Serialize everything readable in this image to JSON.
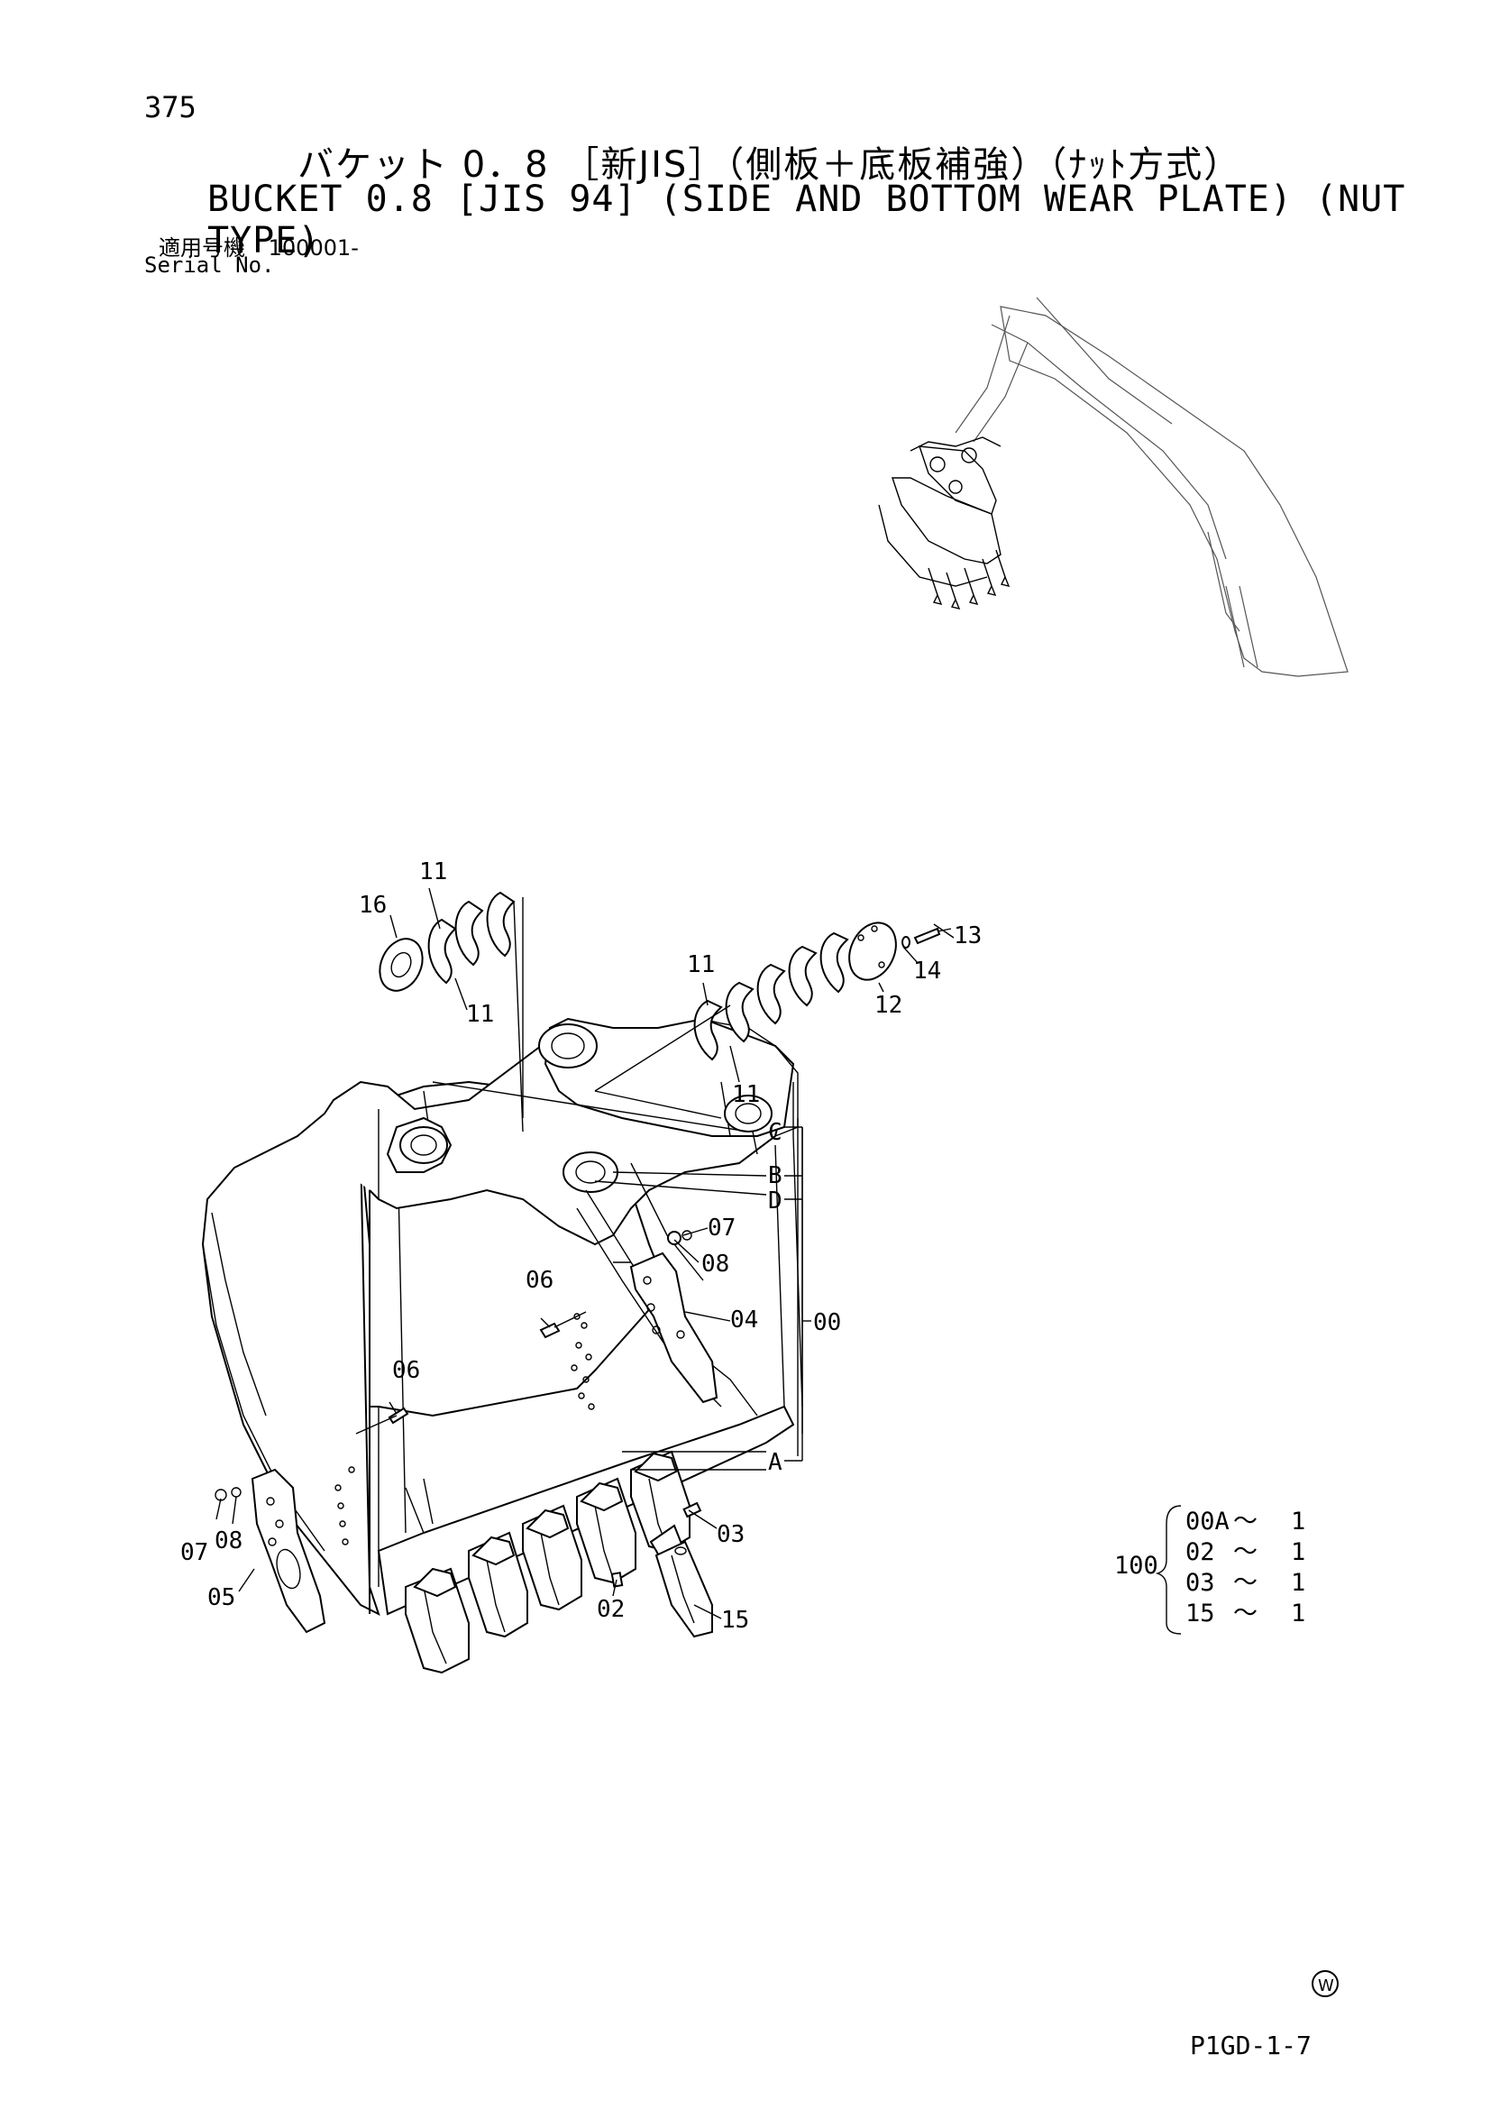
{
  "header": {
    "page_number": "375",
    "title_jp": "バケット 0．8 ［新JIS］（側板＋底板補強）（ﾅｯﾄ方式）",
    "title_en": "BUCKET 0.8 [JIS 94] (SIDE AND BOTTOM WEAR PLATE) (NUT TYPE)",
    "serial_label_jp": "適用号機",
    "serial_value": "100001-",
    "serial_label_en": "Serial No."
  },
  "callouts": {
    "c11a": "11",
    "c16": "16",
    "c11b": "11",
    "c11c": "11",
    "c11d": "11",
    "c13": "13",
    "c14": "14",
    "c12": "12",
    "cC": "C",
    "cB": "B",
    "cD": "D",
    "cA": "A",
    "c00": "00",
    "c07a": "07",
    "c08a": "08",
    "c06a": "06",
    "c04": "04",
    "c06b": "06",
    "c03": "03",
    "c02": "02",
    "c15": "15",
    "c07b": "07",
    "c08b": "08",
    "c05": "05"
  },
  "kit": {
    "assembly_no": "100",
    "items": [
      {
        "part": "00A",
        "sep": "〜",
        "qty": "1"
      },
      {
        "part": "02",
        "sep": "〜",
        "qty": "1"
      },
      {
        "part": "03",
        "sep": "〜",
        "qty": "1"
      },
      {
        "part": "15",
        "sep": "〜",
        "qty": "1"
      }
    ]
  },
  "footer": {
    "mark": "W",
    "code": "P1GD-1-7"
  }
}
